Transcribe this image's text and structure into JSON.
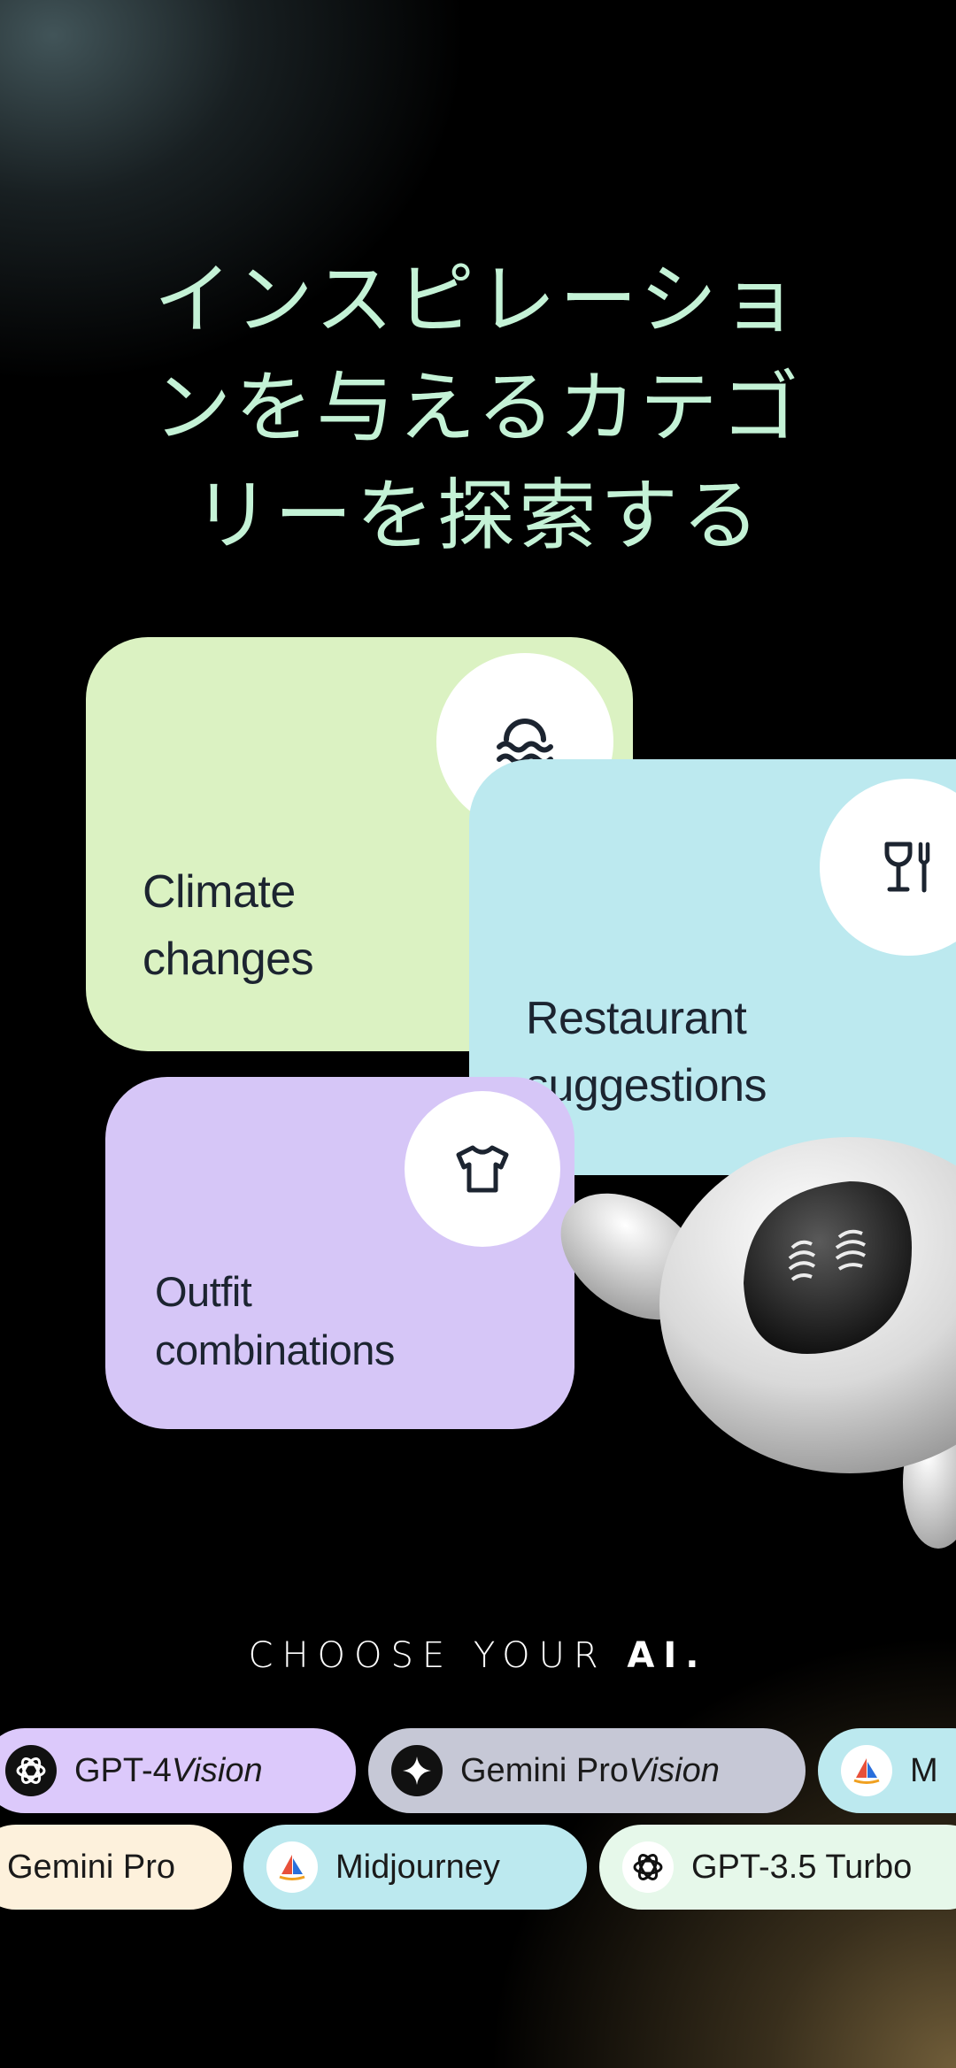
{
  "headline": {
    "line1": "インスピレーショ",
    "line2": "ンを与えるカテゴ",
    "line3": "リーを探索する"
  },
  "categories": [
    {
      "line1": "Climate",
      "line2": "changes",
      "icon": "wave-sun-icon",
      "color": "#dbf2c2"
    },
    {
      "line1": "Restaurant",
      "line2": "suggestions",
      "icon": "cutlery-glass-icon",
      "color": "#bce9ef"
    },
    {
      "line1": "Outfit",
      "line2": "combinations",
      "icon": "tshirt-icon",
      "color": "#d6c6f7"
    }
  ],
  "choose": {
    "prefix": "CHOOSE YOUR ",
    "bold": "AI."
  },
  "models_row1": [
    {
      "name": "GPT-4 ",
      "suffix": "Vision",
      "icon": "openai-icon",
      "color": "#dcc9fb"
    },
    {
      "name": "Gemini Pro ",
      "suffix": "Vision",
      "icon": "gemini-icon",
      "color": "#c6c8d6"
    },
    {
      "name": "M",
      "suffix": "",
      "icon": "midjourney-icon",
      "color": "#bce9ef"
    }
  ],
  "models_row2": [
    {
      "name": "Gemini Pro",
      "suffix": "",
      "icon": "gemini-icon",
      "color": "#fdf1dc"
    },
    {
      "name": "Midjourney",
      "suffix": "",
      "icon": "midjourney-icon",
      "color": "#bce9ef"
    },
    {
      "name": "GPT-3.5 Turbo",
      "suffix": "",
      "icon": "openai-icon",
      "color": "#e6f8ea"
    }
  ]
}
